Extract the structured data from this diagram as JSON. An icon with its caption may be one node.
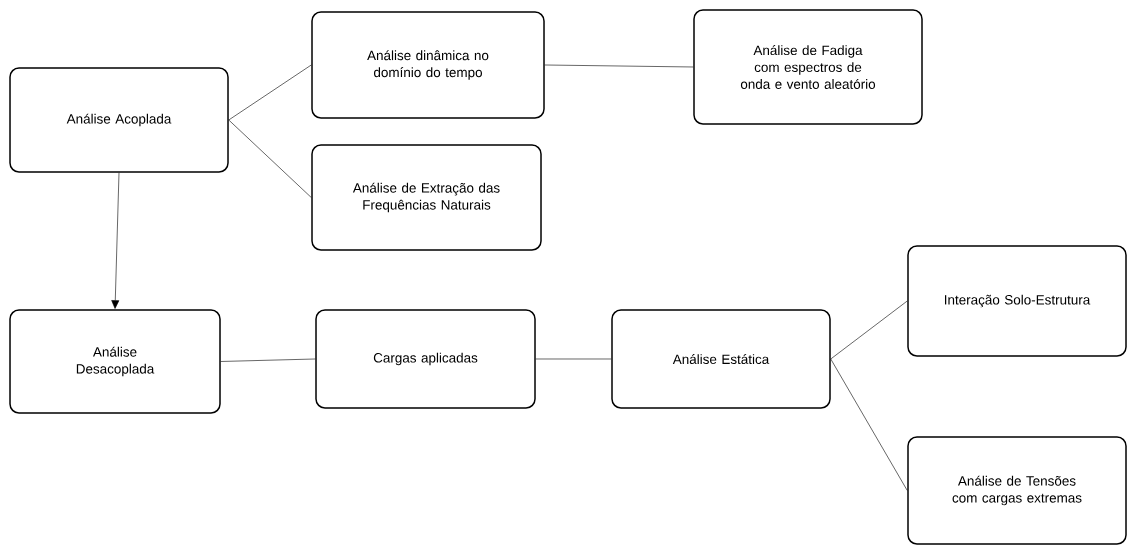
{
  "diagram": {
    "nodes": [
      {
        "text": [
          "Análise Acoplada"
        ]
      },
      {
        "text": [
          "Análise dinâmica no domínio do tempo"
        ]
      },
      {
        "text": [
          "Análise de Fadiga com espectros de onda e vento aleatório"
        ]
      },
      {
        "text": [
          "Análise de Extração das Frequências Naturais"
        ]
      },
      {
        "text": [
          "Análise Desacoplada"
        ]
      },
      {
        "text": [
          "Cargas aplicadas"
        ]
      },
      {
        "text": [
          "Análise Estática"
        ]
      },
      {
        "text": [
          "Interação Solo-Estrutura"
        ]
      },
      {
        "text": [
          "Análise de Tensões com cargas extremas"
        ]
      }
    ],
    "edges": [
      {
        "from": 0,
        "to": 1,
        "arrow": "none"
      },
      {
        "from": 1,
        "to": 2,
        "arrow": "none"
      },
      {
        "from": 0,
        "to": 3,
        "arrow": "none"
      },
      {
        "from": 0,
        "to": 4,
        "arrow": "to"
      },
      {
        "from": 4,
        "to": 5,
        "arrow": "none"
      },
      {
        "from": 5,
        "to": 6,
        "arrow": "none"
      },
      {
        "from": 6,
        "to": 7,
        "arrow": "none"
      },
      {
        "from": 6,
        "to": 8,
        "arrow": "none"
      }
    ]
  }
}
